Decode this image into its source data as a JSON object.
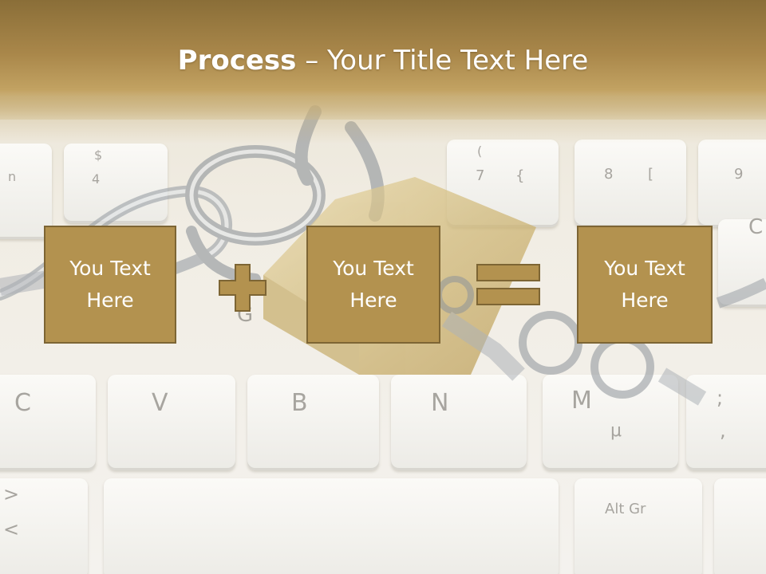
{
  "title": {
    "bold": "Process",
    "dash": " – ",
    "rest": "Your Title Text Here"
  },
  "boxes": [
    {
      "label": "You Text\nHere"
    },
    {
      "label": "You Text\nHere"
    },
    {
      "label": "You Text\nHere"
    }
  ],
  "operators": {
    "plus": "plus-icon",
    "equals": "equals-icon"
  },
  "colors": {
    "title_band": "#a9874a",
    "box_fill": "#b3924f",
    "box_border": "#7d6534",
    "text": "#ffffff"
  },
  "keyboard_keys": [
    "n",
    "$",
    "4",
    "(",
    "7",
    "{",
    "8",
    "[",
    "9",
    "C",
    "G",
    "C",
    "V",
    "B",
    "N",
    "M",
    ";",
    "μ",
    ",",
    "Alt Gr",
    "<",
    ">"
  ]
}
